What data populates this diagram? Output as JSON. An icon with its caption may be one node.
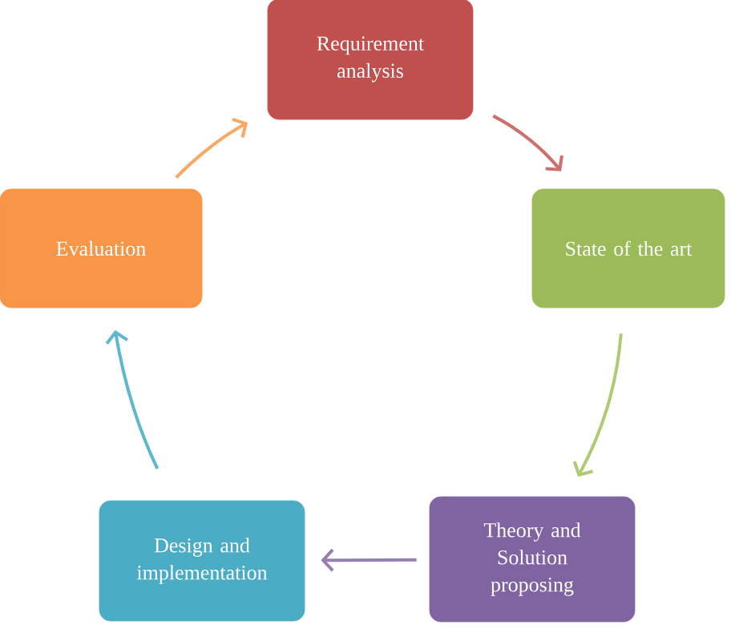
{
  "diagram": {
    "nodes": [
      {
        "text": [
          "Requirement analysis"
        ]
      },
      {
        "text": [
          "State of the art"
        ]
      },
      {
        "text": [
          "Theory and Solution proposing"
        ]
      },
      {
        "text": [
          "Design and implementation"
        ]
      },
      {
        "text": [
          "Evaluation"
        ]
      }
    ],
    "edges": [
      {
        "from": 0,
        "to": 1,
        "arrow": "to",
        "color": "#cd6f6d"
      },
      {
        "from": 1,
        "to": 2,
        "arrow": "to",
        "color": "#aecb72"
      },
      {
        "from": 2,
        "to": 3,
        "arrow": "to",
        "color": "#9580b3"
      },
      {
        "from": 3,
        "to": 4,
        "arrow": "to",
        "color": "#5fb6cf"
      },
      {
        "from": 4,
        "to": 0,
        "arrow": "to",
        "color": "#f9a866"
      }
    ]
  }
}
